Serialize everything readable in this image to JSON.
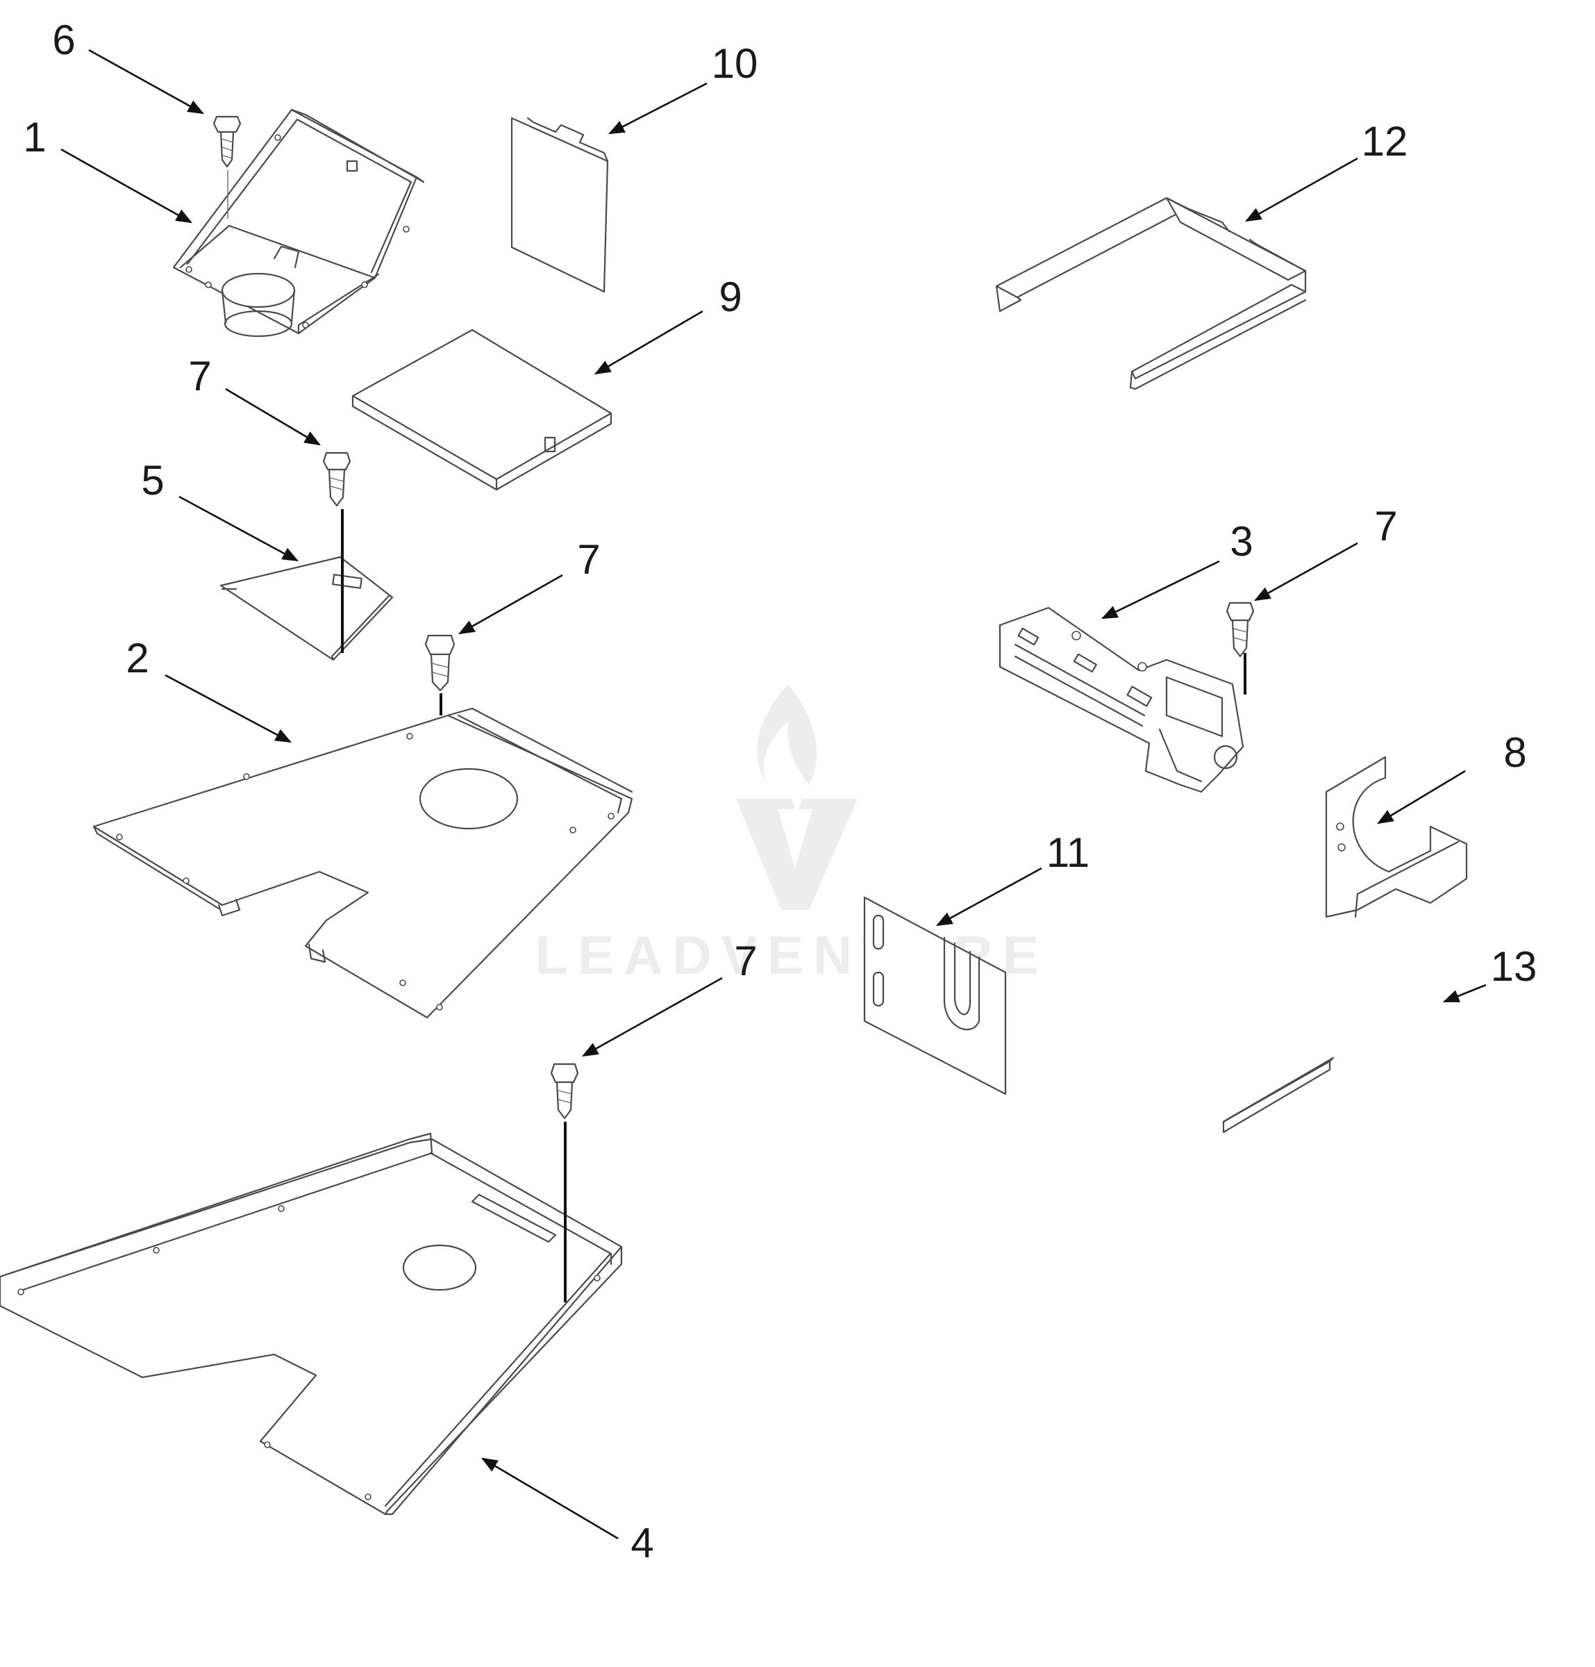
{
  "callouts": {
    "c1": "1",
    "c2": "2",
    "c3": "3",
    "c4": "4",
    "c5": "5",
    "c6": "6",
    "c7a": "7",
    "c7b": "7",
    "c7c": "7",
    "c7d": "7",
    "c8": "8",
    "c9": "9",
    "c10": "10",
    "c11": "11",
    "c12": "12",
    "c13": "13"
  },
  "watermark": {
    "text": "LEADVENTURE",
    "icon": "flame-v-logo-icon"
  },
  "colors": {
    "line": "#4a4a4a",
    "arrow": "#111111",
    "watermark": "#ececec"
  }
}
